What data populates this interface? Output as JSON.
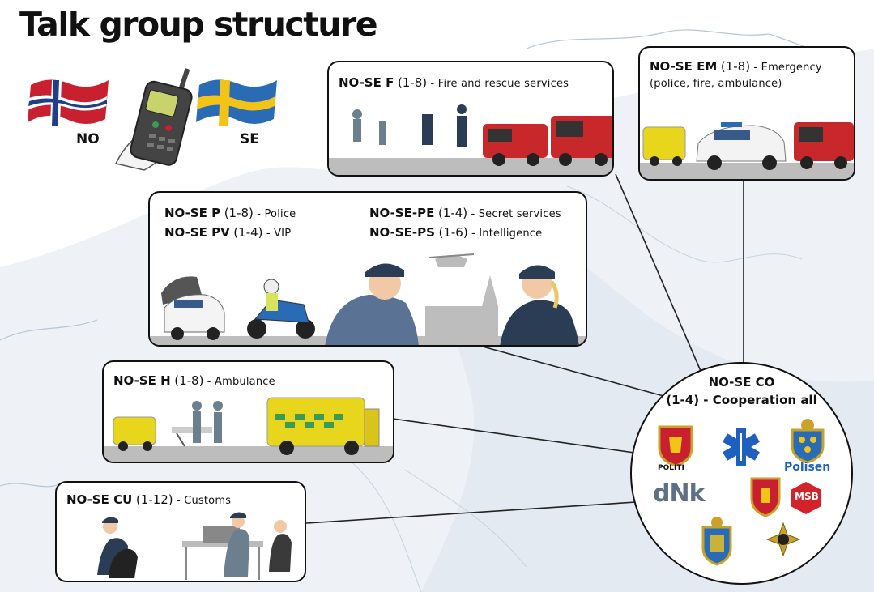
{
  "title": "Talk group structure",
  "flags": {
    "no_label": "NO",
    "se_label": "SE"
  },
  "groups": {
    "f": {
      "code": "NO-SE F",
      "range": "(1-8)",
      "desc": " - Fire and rescue services"
    },
    "em": {
      "code": "NO-SE EM",
      "range": "(1-8)",
      "desc": " - Emergency",
      "desc2": "(police, fire, ambulance)"
    },
    "p": {
      "code": "NO-SE P",
      "range": "(1-8)",
      "desc": " - Police"
    },
    "pv": {
      "code": "NO-SE PV",
      "range": "(1-4)",
      "desc": " - VIP"
    },
    "pe": {
      "code": "NO-SE-PE",
      "range": "(1-4)",
      "desc": " - Secret services"
    },
    "ps": {
      "code": "NO-SE-PS",
      "range": "(1-6)",
      "desc": " - Intelligence"
    },
    "h": {
      "code": "NO-SE H",
      "range": "(1-8)",
      "desc": " - Ambulance"
    },
    "cu": {
      "code": "NO-SE CU",
      "range": "(1-12)",
      "desc": " - Customs"
    }
  },
  "co": {
    "line1": "NO-SE CO",
    "line2": "(1-4) - Cooperation all"
  },
  "logos": {
    "politi": "POLITI",
    "polisen": "Polisen",
    "dnk": "dNk",
    "msb": "MSB"
  },
  "colors": {
    "norway_red": "#c8202f",
    "sweden_blue": "#2a6bb5",
    "sweden_yellow": "#f3c318",
    "ambulance_yellow": "#e8d61c",
    "fire_red": "#c8282a"
  }
}
